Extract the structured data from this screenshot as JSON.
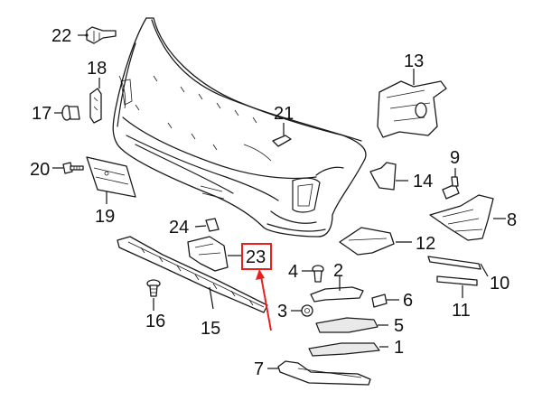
{
  "diagram": {
    "callouts": [
      {
        "id": "c1",
        "label": "1"
      },
      {
        "id": "c2",
        "label": "2"
      },
      {
        "id": "c3",
        "label": "3"
      },
      {
        "id": "c4",
        "label": "4"
      },
      {
        "id": "c5",
        "label": "5"
      },
      {
        "id": "c6",
        "label": "6"
      },
      {
        "id": "c7",
        "label": "7"
      },
      {
        "id": "c8",
        "label": "8"
      },
      {
        "id": "c9",
        "label": "9"
      },
      {
        "id": "c10",
        "label": "10"
      },
      {
        "id": "c11",
        "label": "11"
      },
      {
        "id": "c12",
        "label": "12"
      },
      {
        "id": "c13",
        "label": "13"
      },
      {
        "id": "c14",
        "label": "14"
      },
      {
        "id": "c15",
        "label": "15"
      },
      {
        "id": "c16",
        "label": "16"
      },
      {
        "id": "c17",
        "label": "17"
      },
      {
        "id": "c18",
        "label": "18"
      },
      {
        "id": "c19",
        "label": "19"
      },
      {
        "id": "c20",
        "label": "20"
      },
      {
        "id": "c21",
        "label": "21"
      },
      {
        "id": "c22",
        "label": "22"
      },
      {
        "id": "c23",
        "label": "23"
      },
      {
        "id": "c24",
        "label": "24"
      }
    ],
    "highlight": {
      "label_id": "c23",
      "color": "#e8201c"
    },
    "colors": {
      "ink": "#1a1a1a",
      "background": "#ffffff",
      "highlight": "#e8201c"
    }
  }
}
